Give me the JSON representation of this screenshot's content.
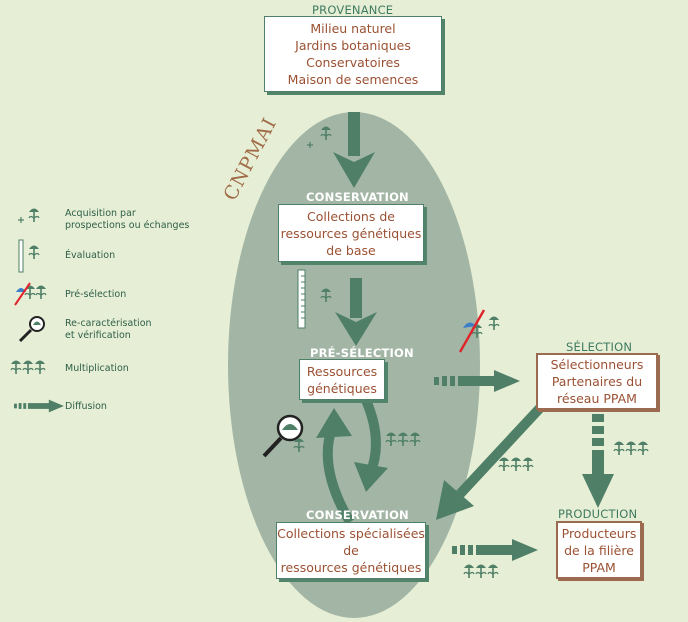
{
  "provenance": {
    "label": "PROVENANCE",
    "lines": [
      "Milieu naturel",
      "Jardins botaniques",
      "Conservatoires",
      "Maison de semences"
    ]
  },
  "cnpmai": "CNPMAI",
  "conservation_base": {
    "label": "CONSERVATION",
    "lines": [
      "Collections de",
      "ressources génétiques",
      "de base"
    ]
  },
  "preselection": {
    "label": "PRÉ-SÉLECTION",
    "lines": [
      "Ressources",
      "génétiques"
    ]
  },
  "conservation_specialisee": {
    "label": "CONSERVATION",
    "lines": [
      "Collections spécialisées",
      "de",
      "ressources génétiques"
    ]
  },
  "selection": {
    "label": "SÉLECTION",
    "lines": [
      "Sélectionneurs",
      "Partenaires du",
      "réseau PPAM"
    ]
  },
  "production": {
    "label": "PRODUCTION",
    "lines": [
      "Producteurs",
      "de la filière",
      "PPAM"
    ]
  },
  "legend": [
    {
      "icon": "acquisition-icon",
      "lines": [
        "Acquisition par",
        "prospections ou échanges"
      ]
    },
    {
      "icon": "evaluation-icon",
      "lines": [
        "Évaluation"
      ]
    },
    {
      "icon": "preselection-icon",
      "lines": [
        "Pré-sélection"
      ]
    },
    {
      "icon": "magnifier-icon",
      "lines": [
        "Re-caractérisation",
        "et vérification"
      ]
    },
    {
      "icon": "multiplication-icon",
      "lines": [
        "Multiplication"
      ]
    },
    {
      "icon": "diffusion-arrow-icon",
      "lines": [
        "Diffusion"
      ]
    }
  ],
  "colors": {
    "background": "#e6efd6",
    "ellipse": "#a3b6a5",
    "arrow": "#4f7f66",
    "box_text": "#9b5133",
    "label_green": "#3f7a60",
    "red": "#e0242b",
    "blue": "#3b7ec9"
  }
}
